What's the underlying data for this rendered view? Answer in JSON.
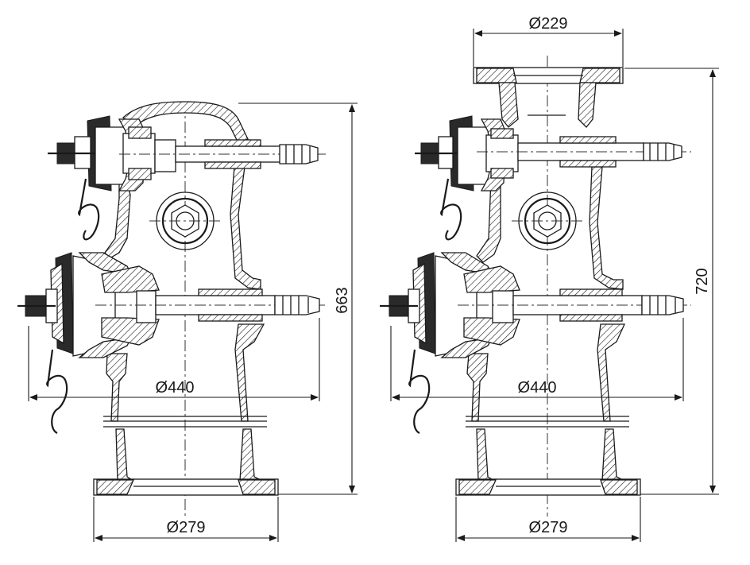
{
  "dimensions": {
    "left_top_height": "663",
    "right_total_height": "720",
    "flange_top_diameter": "Ø229",
    "left_width": "Ø440",
    "right_width": "Ø440",
    "left_base_diameter": "Ø279",
    "right_base_diameter": "Ø279"
  }
}
